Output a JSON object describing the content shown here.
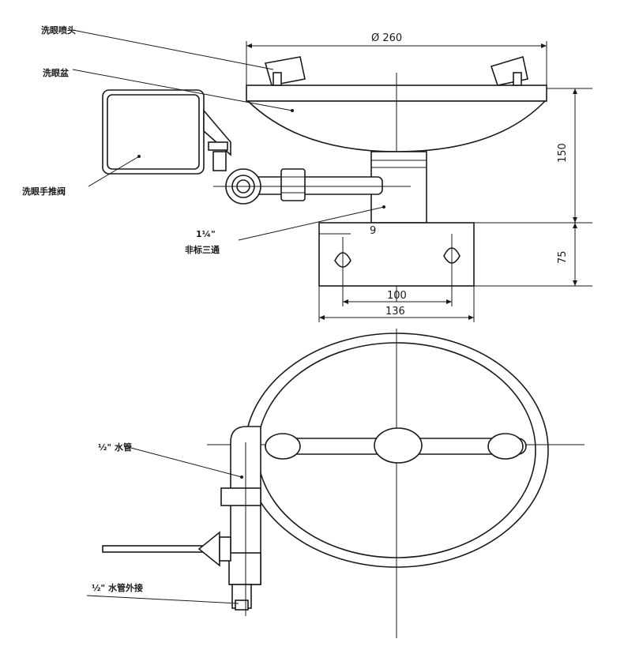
{
  "labels": {
    "nozzle": "洗眼喷头",
    "basin": "洗眼盆",
    "valve": "洗眼手推阀",
    "tee_size": "1¼\"",
    "tee_name": "非标三通",
    "pipe": "½\" 水管",
    "pipe_outer": "½\" 水管外接"
  },
  "dimensions": {
    "diameter": "Ø 260",
    "height_bowl": "150",
    "height_base": "75",
    "offset": "9",
    "hole_spacing": "100",
    "base_width": "136"
  }
}
